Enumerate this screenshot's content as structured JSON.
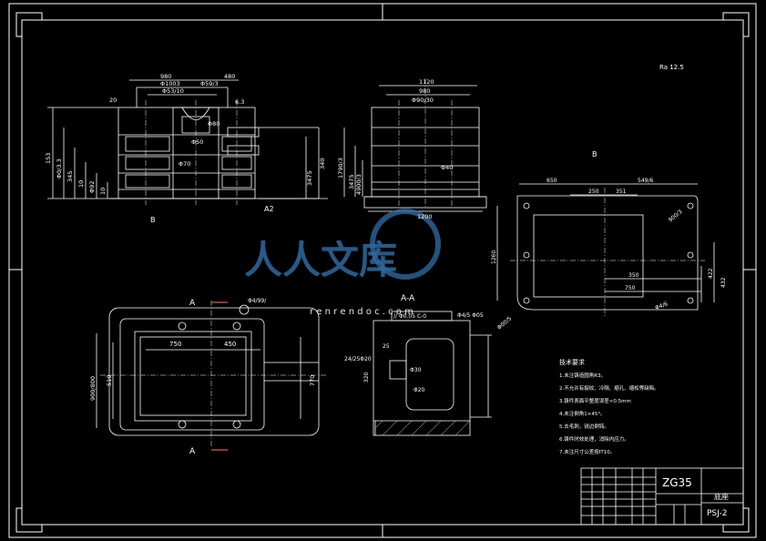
{
  "views": {
    "front": {
      "dims_top": [
        "980",
        "480",
        "Φ1003",
        "Φ59/3",
        "Φ53/10",
        "6.3"
      ],
      "dims_left": [
        "20",
        "153",
        "Φ0/3.3",
        "345",
        "10",
        "Φ92",
        "10"
      ],
      "dims_right": [
        "340",
        "3475"
      ],
      "dims_inner": [
        "Φ50",
        "Φ70",
        "Φ80"
      ],
      "section_mark": "B",
      "section_mark2": "A2"
    },
    "side": {
      "dims_top": [
        "1120",
        "980",
        "Φ90/30"
      ],
      "dims_left": [
        "1790/3",
        "3475",
        "4900/3"
      ],
      "dims_bottom": [
        "1200"
      ],
      "dim_inner": "Φ40"
    },
    "plan": {
      "section_letter": "A",
      "section_letter_bottom": "A",
      "dims_top": [
        "Φ4/99/",
        "750",
        "450"
      ],
      "dims_left": [
        "900/800",
        "510"
      ],
      "dims_right": [
        "770"
      ]
    },
    "section_aa": {
      "title": "A-A",
      "dims": [
        "25",
        "24/25Φ20",
        "Φ30",
        "Φ20",
        "320",
        "Φ4/5 Φ05"
      ],
      "tag": "// Φ0.05 C-0"
    },
    "view_b": {
      "letter": "B",
      "dims_top": [
        "650",
        "549/6",
        "250",
        "351"
      ],
      "dims_right": [
        "900/3",
        "422",
        "432"
      ],
      "dims_inner": [
        "350",
        "750"
      ],
      "dims_left": [
        "1260"
      ],
      "notes": [
        "Φ00/5",
        "Φ4/6"
      ]
    },
    "roughness_note": "Ra 12.5",
    "tech_requirements": {
      "title": "技术要求",
      "items": [
        "1.未注铸造圆角R3。",
        "2.不允许有裂纹、冷隔、缩孔、缩松等缺陷。",
        "3.铸件表面平整度误差<0.5mm",
        "4.未注倒角1×45°。",
        "5.去毛刺，锐边倒钝。",
        "6.铸件时效处理，消除内应力。",
        "7.未注尺寸公差按IT10。"
      ]
    },
    "title_block": {
      "material": "ZG35",
      "part_name": "底座",
      "drawing_no": "PSJ-2"
    },
    "watermark": {
      "text": "人人文库",
      "url": "r e n r e n d o c . c o m"
    }
  }
}
